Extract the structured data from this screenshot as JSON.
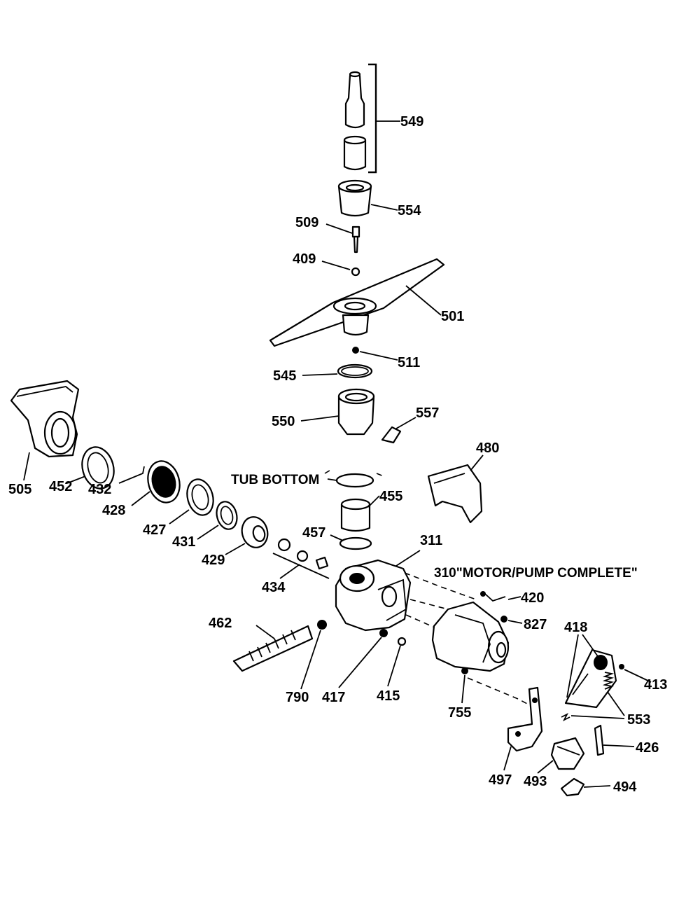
{
  "diagram": {
    "callouts": {
      "p549": "549",
      "p554": "554",
      "p509": "509",
      "p409": "409",
      "p501": "501",
      "p511": "511",
      "p545": "545",
      "p550": "550",
      "p557": "557",
      "p480": "480",
      "p505": "505",
      "p452": "452",
      "p432": "432",
      "p428": "428",
      "p427": "427",
      "p431": "431",
      "p429": "429",
      "p455": "455",
      "p457": "457",
      "p311": "311",
      "p434": "434",
      "p420": "420",
      "p827": "827",
      "p462": "462",
      "p790": "790",
      "p417": "417",
      "p415": "415",
      "p755": "755",
      "p418": "418",
      "p413": "413",
      "p553": "553",
      "p426": "426",
      "p497": "497",
      "p493": "493",
      "p494": "494"
    },
    "tub_bottom_label": "TUB BOTTOM",
    "motor_pump_label": "310\"MOTOR/PUMP COMPLETE\""
  }
}
